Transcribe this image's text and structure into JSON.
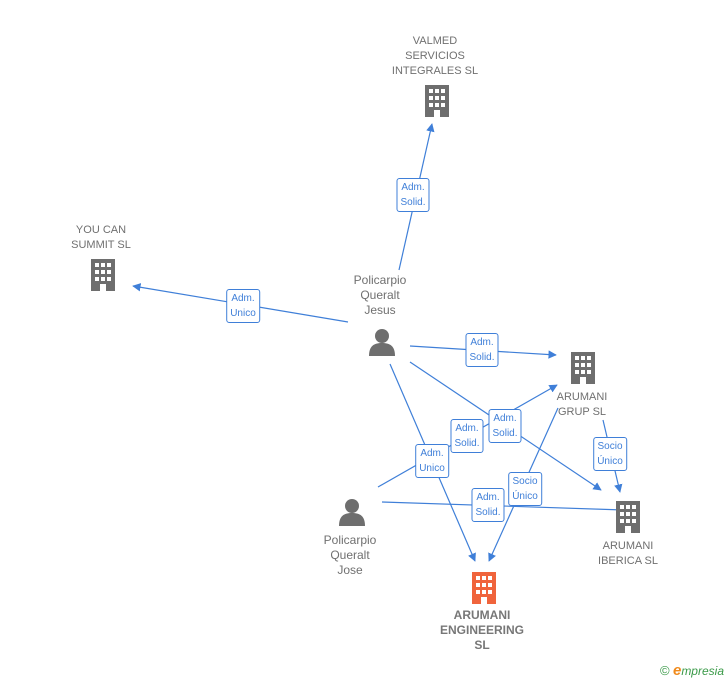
{
  "nodes": [
    {
      "id": "valmed",
      "label": "VALMED\nSERVICIOS\nINTEGRALES SL",
      "kind": "company",
      "icon": "building-icon"
    },
    {
      "id": "youcan",
      "label": "YOU CAN\nSUMMIT  SL",
      "kind": "company",
      "icon": "building-icon"
    },
    {
      "id": "jesus",
      "label": "Policarpio\nQueralt\nJesus",
      "kind": "person",
      "icon": "person-icon"
    },
    {
      "id": "grup",
      "label": "ARUMANI\nGRUP  SL",
      "kind": "company",
      "icon": "building-icon"
    },
    {
      "id": "jose",
      "label": "Policarpio\nQueralt\nJose",
      "kind": "person",
      "icon": "person-icon"
    },
    {
      "id": "iberica",
      "label": "ARUMANI\nIBERICA SL",
      "kind": "company",
      "icon": "building-icon"
    },
    {
      "id": "engineering",
      "label": "ARUMANI\nENGINEERING\nSL",
      "kind": "main-company",
      "icon": "building-icon"
    }
  ],
  "edges": [
    {
      "from": "jesus",
      "to": "valmed",
      "label": "Adm.\nSolid."
    },
    {
      "from": "jesus",
      "to": "youcan",
      "label": "Adm.\nUnico"
    },
    {
      "from": "jesus",
      "to": "grup",
      "label": "Adm.\nSolid."
    },
    {
      "from": "jesus",
      "to": "iberica",
      "label": "Adm.\nSolid."
    },
    {
      "from": "jesus",
      "to": "engineering",
      "label": "Adm.\nUnico"
    },
    {
      "from": "jose",
      "to": "grup",
      "label": "Adm.\nSolid."
    },
    {
      "from": "jose",
      "to": "iberica",
      "label": "Adm.\nSolid."
    },
    {
      "from": "grup",
      "to": "iberica",
      "label": "Socio\nÚnico"
    },
    {
      "from": "grup",
      "to": "engineering",
      "label": "Socio\nÚnico"
    }
  ],
  "colors": {
    "edge": "#3f7fd8",
    "node": "#6e6e6e",
    "main_node": "#f0643c"
  },
  "footer": {
    "copyright_symbol": "©",
    "brand_initial": "e",
    "brand_rest": "mpresia"
  }
}
